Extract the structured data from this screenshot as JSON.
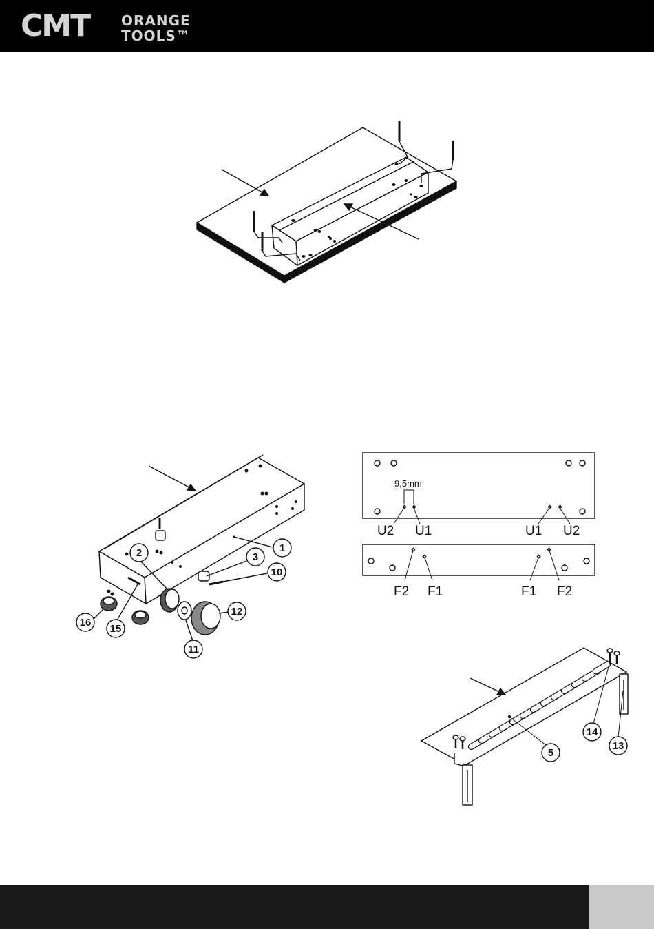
{
  "header": {
    "logo_main": "CMT",
    "logo_line1": "ORANGE",
    "logo_line2": "TOOLS™",
    "background": "#000000",
    "logo_color": "#d4d4d4"
  },
  "diagram_front": {
    "part_numbers": [
      "1",
      "2",
      "3",
      "10",
      "12",
      "11",
      "15",
      "16"
    ]
  },
  "diagram_plates": {
    "dimension": "9,5mm",
    "upper_labels": [
      "U2",
      "U1",
      "U1",
      "U2"
    ],
    "lower_labels": [
      "F2",
      "F1",
      "F1",
      "F2"
    ]
  },
  "diagram_template": {
    "part_numbers": [
      "14",
      "13",
      "5"
    ]
  },
  "footer": {
    "page_number": "",
    "background": "#1a1a1a",
    "tab_color": "#c9c9c9"
  }
}
